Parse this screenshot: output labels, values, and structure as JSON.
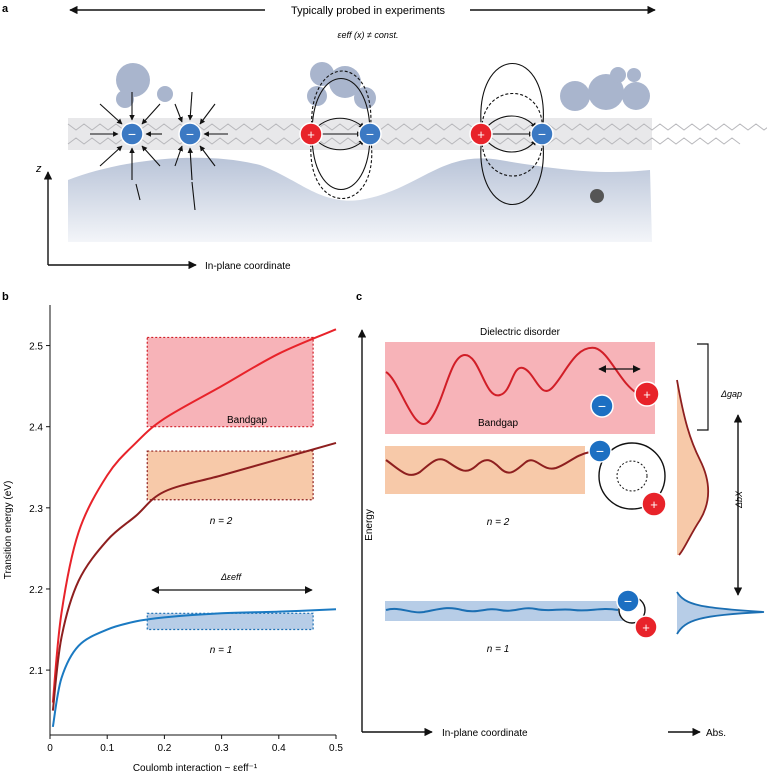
{
  "panel_a": {
    "label": "a",
    "header": "Typically probed in experiments",
    "eps_formula": "εeff (x) ≠ const.",
    "z_label": "z",
    "x_label": "In-plane coordinate",
    "minus": "−",
    "plus": "+"
  },
  "panel_b": {
    "label": "b",
    "band_label": "Bandgap",
    "n2_label": "n = 2",
    "n1_label": "n = 1",
    "delta_label": "Δεeff"
  },
  "panel_c": {
    "label": "c",
    "dielectric_label": "Dielectric disorder",
    "band_label": "Bandgap",
    "n2_label": "n = 2",
    "n1_label": "n = 1",
    "energy_label": "Energy",
    "x_label": "In-plane coordinate",
    "abs_label": "Abs.",
    "gap_label": "Δgap",
    "exc_label": "ΔbX"
  },
  "chart_data": {
    "type": "line",
    "xlabel": "Coulomb interaction ~ εeff⁻¹",
    "ylabel": "Transition energy (eV)",
    "xlim": [
      0,
      0.5
    ],
    "ylim": [
      2.02,
      2.55
    ],
    "xticks": [
      "0",
      "0.1",
      "0.2",
      "0.3",
      "0.4",
      "0.5"
    ],
    "yticks": [
      "2.1",
      "2.2",
      "2.3",
      "2.4",
      "2.5"
    ],
    "series": [
      {
        "color": "#e8232a",
        "x": [
          0.005,
          0.02,
          0.05,
          0.1,
          0.15,
          0.2,
          0.3,
          0.4,
          0.5
        ],
        "y": [
          2.06,
          2.17,
          2.27,
          2.34,
          2.38,
          2.41,
          2.45,
          2.49,
          2.52
        ]
      },
      {
        "color": "#8e1f1f",
        "x": [
          0.005,
          0.02,
          0.05,
          0.1,
          0.15,
          0.2,
          0.3,
          0.4,
          0.5
        ],
        "y": [
          2.05,
          2.14,
          2.21,
          2.26,
          2.29,
          2.32,
          2.34,
          2.36,
          2.38
        ]
      },
      {
        "color": "#1b7ac2",
        "x": [
          0.005,
          0.02,
          0.05,
          0.1,
          0.15,
          0.2,
          0.3,
          0.4,
          0.5
        ],
        "y": [
          2.03,
          2.09,
          2.13,
          2.15,
          2.16,
          2.165,
          2.17,
          2.172,
          2.175
        ]
      }
    ],
    "bands": [
      {
        "name": "Bandgap",
        "x": [
          0.17,
          0.46
        ],
        "y": [
          2.4,
          2.51
        ]
      },
      {
        "name": "n = 2",
        "x": [
          0.17,
          0.46
        ],
        "y": [
          2.31,
          2.37
        ]
      },
      {
        "name": "n = 1",
        "x": [
          0.17,
          0.46
        ],
        "y": [
          2.15,
          2.17
        ]
      }
    ]
  }
}
